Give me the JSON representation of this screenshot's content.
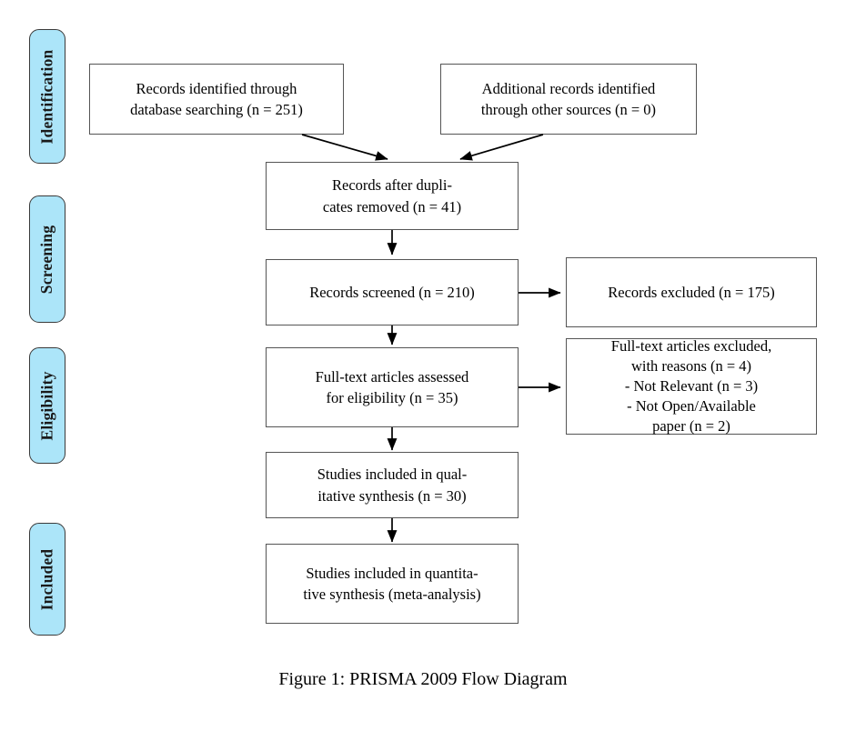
{
  "figure": {
    "caption": "Figure 1: PRISMA 2009 Flow Diagram"
  },
  "stages": [
    {
      "label": "Identification"
    },
    {
      "label": "Screening"
    },
    {
      "label": "Eligibility"
    },
    {
      "label": "Included"
    }
  ],
  "boxes": {
    "database_records": "Records identified through\ndatabase searching (n = 251)",
    "other_records": "Additional records identified\nthrough other sources (n = 0)",
    "duplicates_removed": "Records after dupli-\ncates removed (n = 41)",
    "records_screened": "Records screened (n = 210)",
    "records_excluded": "Records excluded (n = 175)",
    "fulltext_assessed": "Full-text articles assessed\nfor eligibility (n = 35)",
    "fulltext_excluded": "Full-text articles excluded,\nwith reasons (n = 4)\n- Not Relevant (n = 3)\n- Not Open/Available\npaper (n = 2)",
    "qualitative_synthesis": "Studies included in qual-\nitative synthesis (n = 30)",
    "quantitative_synthesis": "Studies included in quantita-\ntive synthesis (meta-analysis)"
  },
  "chart_data": {
    "type": "diagram",
    "title": "Figure 1: PRISMA 2009 Flow Diagram",
    "nodes": [
      {
        "id": "database_records",
        "stage": "Identification",
        "label": "Records identified through database searching",
        "n": 251
      },
      {
        "id": "other_records",
        "stage": "Identification",
        "label": "Additional records identified through other sources",
        "n": 0
      },
      {
        "id": "duplicates_removed",
        "stage": "Screening",
        "label": "Records after duplicates removed",
        "n": 41
      },
      {
        "id": "records_screened",
        "stage": "Screening",
        "label": "Records screened",
        "n": 210
      },
      {
        "id": "records_excluded",
        "stage": "Screening",
        "label": "Records excluded",
        "n": 175
      },
      {
        "id": "fulltext_assessed",
        "stage": "Eligibility",
        "label": "Full-text articles assessed for eligibility",
        "n": 35
      },
      {
        "id": "fulltext_excluded",
        "stage": "Eligibility",
        "label": "Full-text articles excluded, with reasons",
        "n": 4,
        "reasons": [
          {
            "label": "Not Relevant",
            "n": 3
          },
          {
            "label": "Not Open/Available paper",
            "n": 2
          }
        ]
      },
      {
        "id": "qualitative_synthesis",
        "stage": "Included",
        "label": "Studies included in qualitative synthesis",
        "n": 30
      },
      {
        "id": "quantitative_synthesis",
        "stage": "Included",
        "label": "Studies included in quantitative synthesis (meta-analysis)",
        "n": null
      }
    ],
    "edges": [
      {
        "from": "database_records",
        "to": "duplicates_removed",
        "style": "diagonal"
      },
      {
        "from": "other_records",
        "to": "duplicates_removed",
        "style": "diagonal"
      },
      {
        "from": "duplicates_removed",
        "to": "records_screened",
        "style": "vertical"
      },
      {
        "from": "records_screened",
        "to": "records_excluded",
        "style": "horizontal"
      },
      {
        "from": "records_screened",
        "to": "fulltext_assessed",
        "style": "vertical"
      },
      {
        "from": "fulltext_assessed",
        "to": "fulltext_excluded",
        "style": "horizontal"
      },
      {
        "from": "fulltext_assessed",
        "to": "qualitative_synthesis",
        "style": "vertical"
      },
      {
        "from": "qualitative_synthesis",
        "to": "quantitative_synthesis",
        "style": "vertical"
      }
    ],
    "colors": {
      "stage_pill_fill": "#ace5f9",
      "stage_pill_border": "#3a3a3a",
      "box_border": "#555555",
      "background": "#ffffff"
    }
  }
}
